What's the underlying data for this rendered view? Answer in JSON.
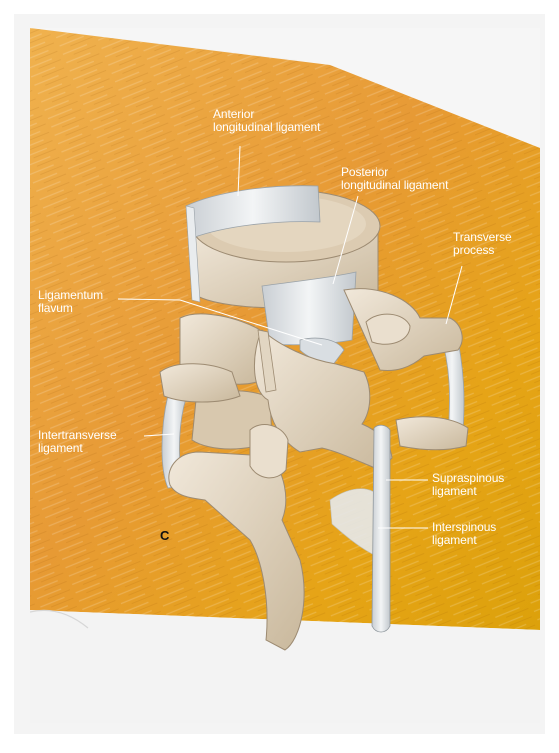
{
  "figure": {
    "panel_letter": "C",
    "labels": {
      "anterior_longitudinal_ligament": "Anterior\nlongitudinal ligament",
      "posterior_longitudinal_ligament": "Posterior\nlongitudinal ligament",
      "transverse_process": "Transverse\nprocess",
      "ligamentum_flavum": "Ligamentum\nflavum",
      "intertransverse_ligament": "Intertransverse\nligament",
      "supraspinous_ligament": "Supraspinous\nligament",
      "interspinous_ligament": "Interspinous\nligament"
    }
  },
  "colors": {
    "background_orange": "#e7a23a",
    "background_gold": "#e2a40f",
    "bone": "#eadfce",
    "bone_shadow": "#b6a790",
    "cancellous": "#dccbb1",
    "ligament": "#dfe3e6",
    "leader_line": "#ffffff"
  }
}
